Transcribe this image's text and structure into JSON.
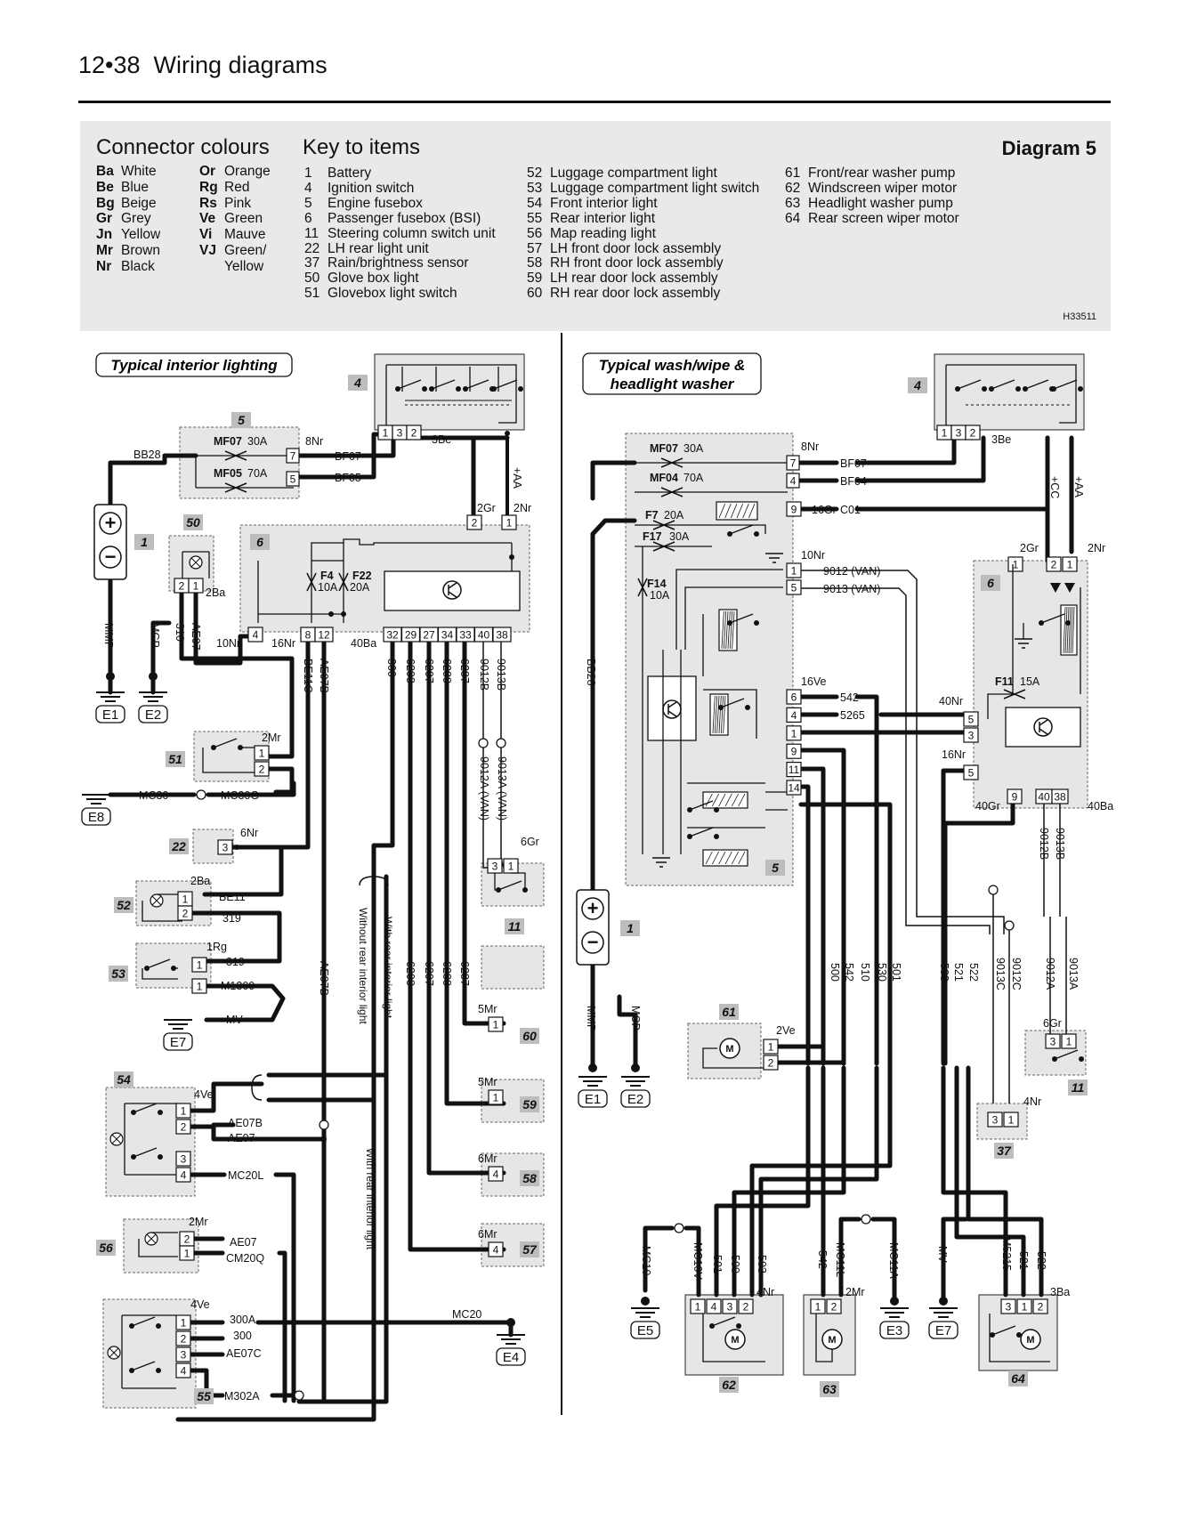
{
  "header": {
    "page": "12•38",
    "title": "Wiring diagrams"
  },
  "key": {
    "connector_heading": "Connector colours",
    "items_heading": "Key to items",
    "diagram_title": "Diagram 5",
    "ref_code": "H33511",
    "colours": [
      {
        "code": "Ba",
        "name": "White"
      },
      {
        "code": "Be",
        "name": "Blue"
      },
      {
        "code": "Bg",
        "name": "Beige"
      },
      {
        "code": "Gr",
        "name": "Grey"
      },
      {
        "code": "Jn",
        "name": "Yellow"
      },
      {
        "code": "Mr",
        "name": "Brown"
      },
      {
        "code": "Nr",
        "name": "Black"
      },
      {
        "code": "Or",
        "name": "Orange"
      },
      {
        "code": "Rg",
        "name": "Red"
      },
      {
        "code": "Rs",
        "name": "Pink"
      },
      {
        "code": "Ve",
        "name": "Green"
      },
      {
        "code": "Vi",
        "name": "Mauve"
      },
      {
        "code": "VJ",
        "name": "Green/"
      },
      {
        "code": "",
        "name": "Yellow"
      }
    ],
    "items": [
      {
        "n": "1",
        "label": "Battery"
      },
      {
        "n": "4",
        "label": "Ignition switch"
      },
      {
        "n": "5",
        "label": "Engine fusebox"
      },
      {
        "n": "6",
        "label": "Passenger fusebox (BSI)"
      },
      {
        "n": "11",
        "label": "Steering column switch unit"
      },
      {
        "n": "22",
        "label": "LH rear light unit"
      },
      {
        "n": "37",
        "label": "Rain/brightness sensor"
      },
      {
        "n": "50",
        "label": "Glove box light"
      },
      {
        "n": "51",
        "label": "Glovebox light switch"
      },
      {
        "n": "52",
        "label": "Luggage compartment light"
      },
      {
        "n": "53",
        "label": "Luggage compartment light switch"
      },
      {
        "n": "54",
        "label": "Front interior light"
      },
      {
        "n": "55",
        "label": "Rear interior light"
      },
      {
        "n": "56",
        "label": "Map reading light"
      },
      {
        "n": "57",
        "label": "LH front door lock assembly"
      },
      {
        "n": "58",
        "label": "RH front door lock assembly"
      },
      {
        "n": "59",
        "label": "LH rear door lock assembly"
      },
      {
        "n": "60",
        "label": "RH rear door lock assembly"
      },
      {
        "n": "61",
        "label": "Front/rear washer pump"
      },
      {
        "n": "62",
        "label": "Windscreen wiper motor"
      },
      {
        "n": "63",
        "label": "Headlight washer pump"
      },
      {
        "n": "64",
        "label": "Rear screen wiper motor"
      }
    ]
  },
  "sections": {
    "left": {
      "title": "Typical interior lighting"
    },
    "right": {
      "title_line1": "Typical wash/wipe &",
      "title_line2": "headlight washer"
    }
  },
  "diagram_text": {
    "comp_tags": {
      "L4": "4",
      "L5": "5",
      "L6": "6",
      "L50": "50",
      "L1": "1",
      "L51": "51",
      "L22": "22",
      "L52": "52",
      "L53": "53",
      "L54": "54",
      "L56": "56",
      "L55": "55",
      "L60": "60",
      "L59": "59",
      "L58": "58",
      "L57": "57",
      "L11": "11",
      "R4": "4",
      "R6": "6",
      "R5": "5",
      "R1": "1",
      "R61": "61",
      "R11": "11",
      "R37": "37",
      "R62": "62",
      "R63": "63",
      "R64": "64"
    },
    "fuses": {
      "MF07": "MF07",
      "MF07_rating": "30A",
      "MF05": "MF05",
      "MF05_rating": "70A",
      "F4": "F4",
      "F4_rating": "10A",
      "F22": "F22",
      "F22_rating": "20A",
      "MF07R": "MF07",
      "MF07R_rating": "30A",
      "MF04": "MF04",
      "MF04_rating": "70A",
      "F7": "F7",
      "F7_rating": "20A",
      "F17": "F17",
      "F17_rating": "30A",
      "F14": "F14",
      "F14_rating": "10A",
      "F11": "F11",
      "F11_rating": "15A"
    },
    "earths": {
      "E1": "E1",
      "E2": "E2",
      "E8": "E8",
      "E7": "E7",
      "E4": "E4",
      "E1R": "E1",
      "E2R": "E2",
      "E5": "E5",
      "E3": "E3",
      "E7R": "E7"
    },
    "connectors": {
      "c8Nr": "8Nr",
      "c3Be": "3Be",
      "c2Gr": "2Gr",
      "c2Nr": "2Nr",
      "c2Ba": "2Ba",
      "c10Nr": "10Nr",
      "c16Nr": "16Nr",
      "c40Ba": "40Ba",
      "c2Mr": "2Mr",
      "c6Nr": "6Nr",
      "c2Ba52": "2Ba",
      "c1Rg": "1Rg",
      "c4Ve": "4Ve",
      "c2Mr56": "2Mr",
      "c4Ve55": "4Ve",
      "c5Mr60": "5Mr",
      "c5Mr59": "5Mr",
      "c6Mr58": "6Mr",
      "c6Mr57": "6Mr",
      "c6Gr": "6Gr",
      "r8Nr": "8Nr",
      "r16Gr": "16Gr",
      "r10Nr": "10Nr",
      "r16Ve": "16Ve",
      "r3Be": "3Be",
      "r2Gr": "2Gr",
      "r2Nr": "2Nr",
      "r40Nr": "40Nr",
      "r16Nr": "16Nr",
      "r40Gr": "40Gr",
      "r40Ba": "40Ba",
      "r2Ve": "2Ve",
      "r6Gr": "6Gr",
      "r4Nr": "4Nr",
      "r4Nr62": "4Nr",
      "r2Mr": "2Mr",
      "r3Ba": "3Ba"
    },
    "wires": {
      "BB28": "BB28",
      "BF07": "BF07",
      "BF05": "BF05",
      "AA": "+AA",
      "MMP": "MMP",
      "MCP": "MCP",
      "w310": "310",
      "AE07": "AE07",
      "BE11C": "BE11C",
      "AE07B": "AE07B",
      "w300": "300",
      "w6208": "6208",
      "w6207": "6207",
      "w6288": "6288",
      "w6287": "6287",
      "w9012B": "9012B",
      "w9013B": "9013B",
      "w9012A": "9012A (VAN)",
      "w9013A": "9013A (VAN)",
      "MC30": "MC30",
      "MC30G": "MC30G",
      "BE11": "BE11",
      "w319": "319",
      "w319b": "319",
      "M1300": "M1300",
      "MV": "MV",
      "without": "Without rear interior light",
      "with": "With rear interior light",
      "with2": "With rear interior light",
      "AE07Bb": "AE07B",
      "AE07b": "AE07",
      "MC20L": "MC20L",
      "AE07c": "AE07",
      "CM20Q": "CM20Q",
      "w300A": "300A",
      "w300b": "300",
      "AE07C": "AE07C",
      "M302A": "M302A",
      "MC20": "MC20",
      "AE07Bv": "AE07B",
      "w6208b": "6208",
      "w6207b": "6207",
      "w6288b": "6288",
      "w6287b": "6287",
      "BF07R": "BF07",
      "BF04": "BF04",
      "C01": "C01",
      "r9012": "9012 (VAN)",
      "r9013": "9013 (VAN)",
      "w542": "542",
      "w5265": "5265",
      "CC": "+CC",
      "AAR": "+AA",
      "BB28R": "BB28",
      "MMPR": "MMP",
      "MCPR": "MCP",
      "r9012B": "9012B",
      "r9013B": "9013B",
      "v500": "500",
      "v542": "542",
      "v510": "510",
      "v530": "530",
      "v501": "501",
      "v503": "503",
      "v521": "521",
      "v522": "522",
      "v9013C": "9013C",
      "v9012C": "9012C",
      "v9012A": "9012A",
      "v9013A": "9013A",
      "MC10": "MC10",
      "MC10V": "MC10V",
      "b501": "501",
      "b500": "500",
      "b503": "503",
      "b542": "542",
      "MC11L": "MC11L",
      "MC11A": "MC11A",
      "bMV": "MV",
      "M5215": "M5215",
      "b521": "521",
      "b522": "522"
    },
    "pins": {
      "p1": "1",
      "p2": "2",
      "p3": "3",
      "p4": "4",
      "p5": "5",
      "p6": "6",
      "p7": "7",
      "p8": "8",
      "p9": "9",
      "p11": "11",
      "p12": "12",
      "p14": "14",
      "p27": "27",
      "p29": "29",
      "p32": "32",
      "p33": "33",
      "p34": "34",
      "p38": "38",
      "p40": "40"
    },
    "misc": {
      "plus": "+",
      "minus": "−",
      "motor": "M"
    }
  }
}
